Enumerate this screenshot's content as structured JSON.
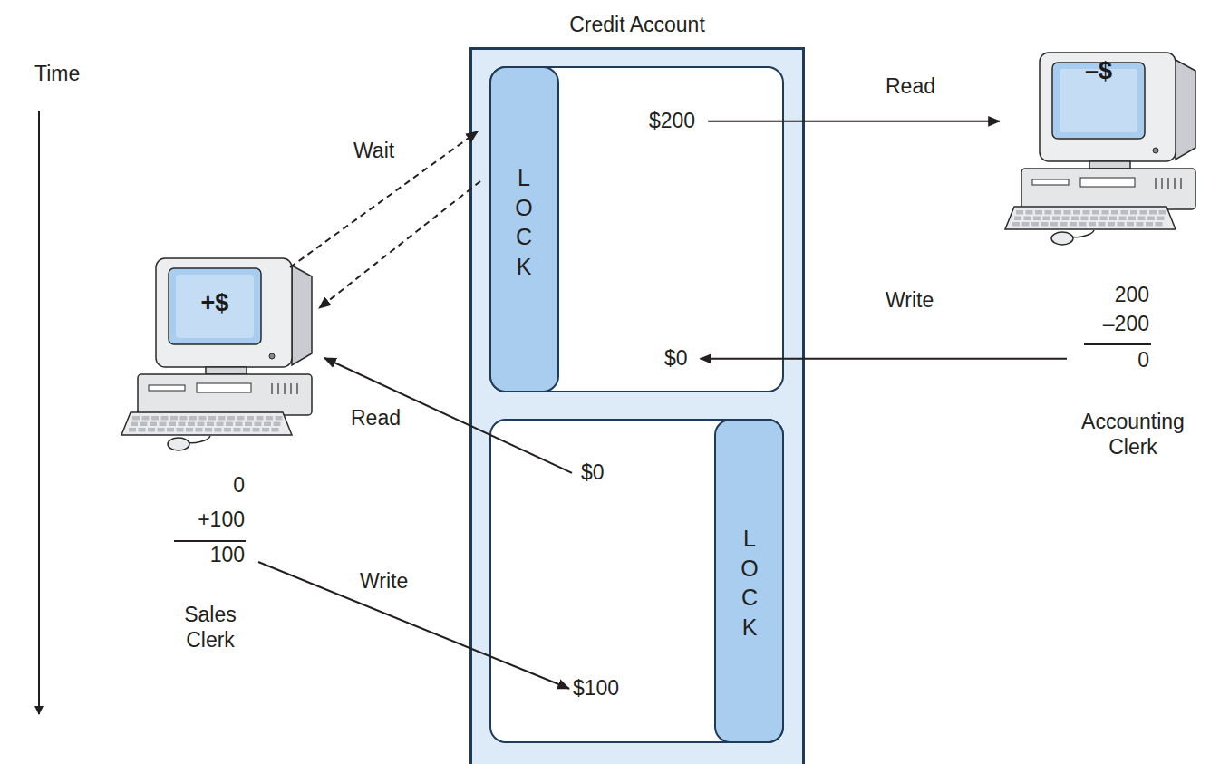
{
  "diagram": {
    "nodes": [
      {
        "text": [
          "Credit Account"
        ]
      },
      {
        "text": [
          "$200",
          "$0"
        ],
        "in": 0
      },
      {
        "text": [
          "LOCK"
        ],
        "in": 1
      },
      {
        "text": [
          "$0",
          "$100"
        ],
        "in": 0
      },
      {
        "text": [
          "LOCK"
        ],
        "in": 3
      },
      {
        "text": [
          "+$"
        ]
      },
      {
        "text": [
          "–$"
        ]
      }
    ],
    "edges": [
      {
        "from": 1,
        "to": 6,
        "label": "Read",
        "arrow": "to"
      },
      {
        "from": 6,
        "to": 1,
        "label": "Write",
        "arrow": "to"
      },
      {
        "from": 5,
        "to": 2,
        "label": "Wait",
        "arrow": "to"
      },
      {
        "from": 2,
        "to": 5,
        "arrow": "to"
      },
      {
        "from": 3,
        "to": 5,
        "label": "Read",
        "arrow": "to"
      },
      {
        "from": 5,
        "to": 3,
        "label": "Write",
        "arrow": "to"
      }
    ],
    "labels": [
      "Time",
      "200",
      "–200",
      "0",
      "Accounting Clerk",
      "0",
      "+100",
      "100",
      "Sales Clerk"
    ]
  }
}
